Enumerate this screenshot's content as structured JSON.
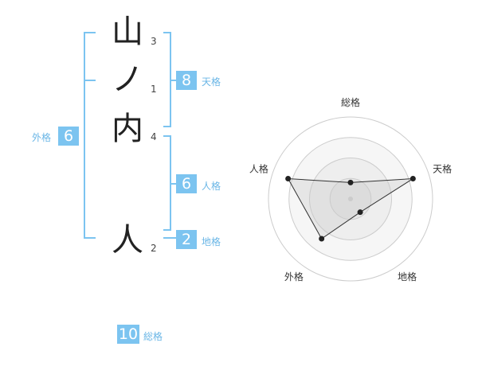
{
  "name": {
    "chars": [
      {
        "char": "山",
        "strokes": "3"
      },
      {
        "char": "ノ",
        "strokes": "1"
      },
      {
        "char": "内",
        "strokes": "4"
      },
      {
        "char": "人",
        "strokes": "2"
      }
    ]
  },
  "fortune": {
    "tenkaku": {
      "label": "天格",
      "value": "8"
    },
    "jinkaku": {
      "label": "人格",
      "value": "6"
    },
    "chikaku": {
      "label": "地格",
      "value": "2"
    },
    "gaikaku": {
      "label": "外格",
      "value": "6"
    },
    "soukaku": {
      "label": "総格",
      "value": "10"
    }
  },
  "colors": {
    "accent": "#7cc4f0",
    "text": "#222222"
  },
  "chart_data": {
    "type": "radar",
    "axes": [
      "総格",
      "天格",
      "地格",
      "外格",
      "人格"
    ],
    "values": [
      0.2,
      0.8,
      0.2,
      0.6,
      0.8
    ],
    "rings": 4,
    "max": 1
  }
}
